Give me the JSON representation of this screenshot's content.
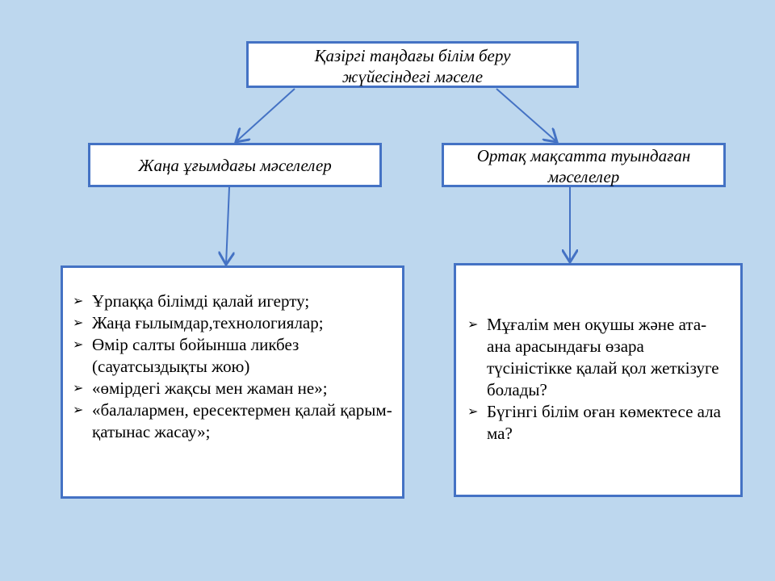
{
  "root": {
    "title": "Қазіргі таңдағы білім беру жүйесіндегі мәселе"
  },
  "left": {
    "title": "Жаңа ұғымдағы мәселелер",
    "items": [
      "Ұрпаққа білімді қалай игерту;",
      "Жаңа ғылымдар,технологиялар;",
      "Өмір салты бойынша ликбез (сауатсыздықты жою)",
      " «өмірдегі жақсы мен жаман не»;",
      "«балалармен, ересектермен қалай қарым-қатынас жасау»;"
    ]
  },
  "right": {
    "title": "Ортақ мақсатта туындаған мәселелер",
    "items": [
      "Мұғалім мен оқушы және ата-ана арасындағы өзара түсіністікке қалай қол жеткізуге болады?",
      "Бүгінгі білім оған көмектесе ала ма?"
    ]
  },
  "bullet": "➢"
}
